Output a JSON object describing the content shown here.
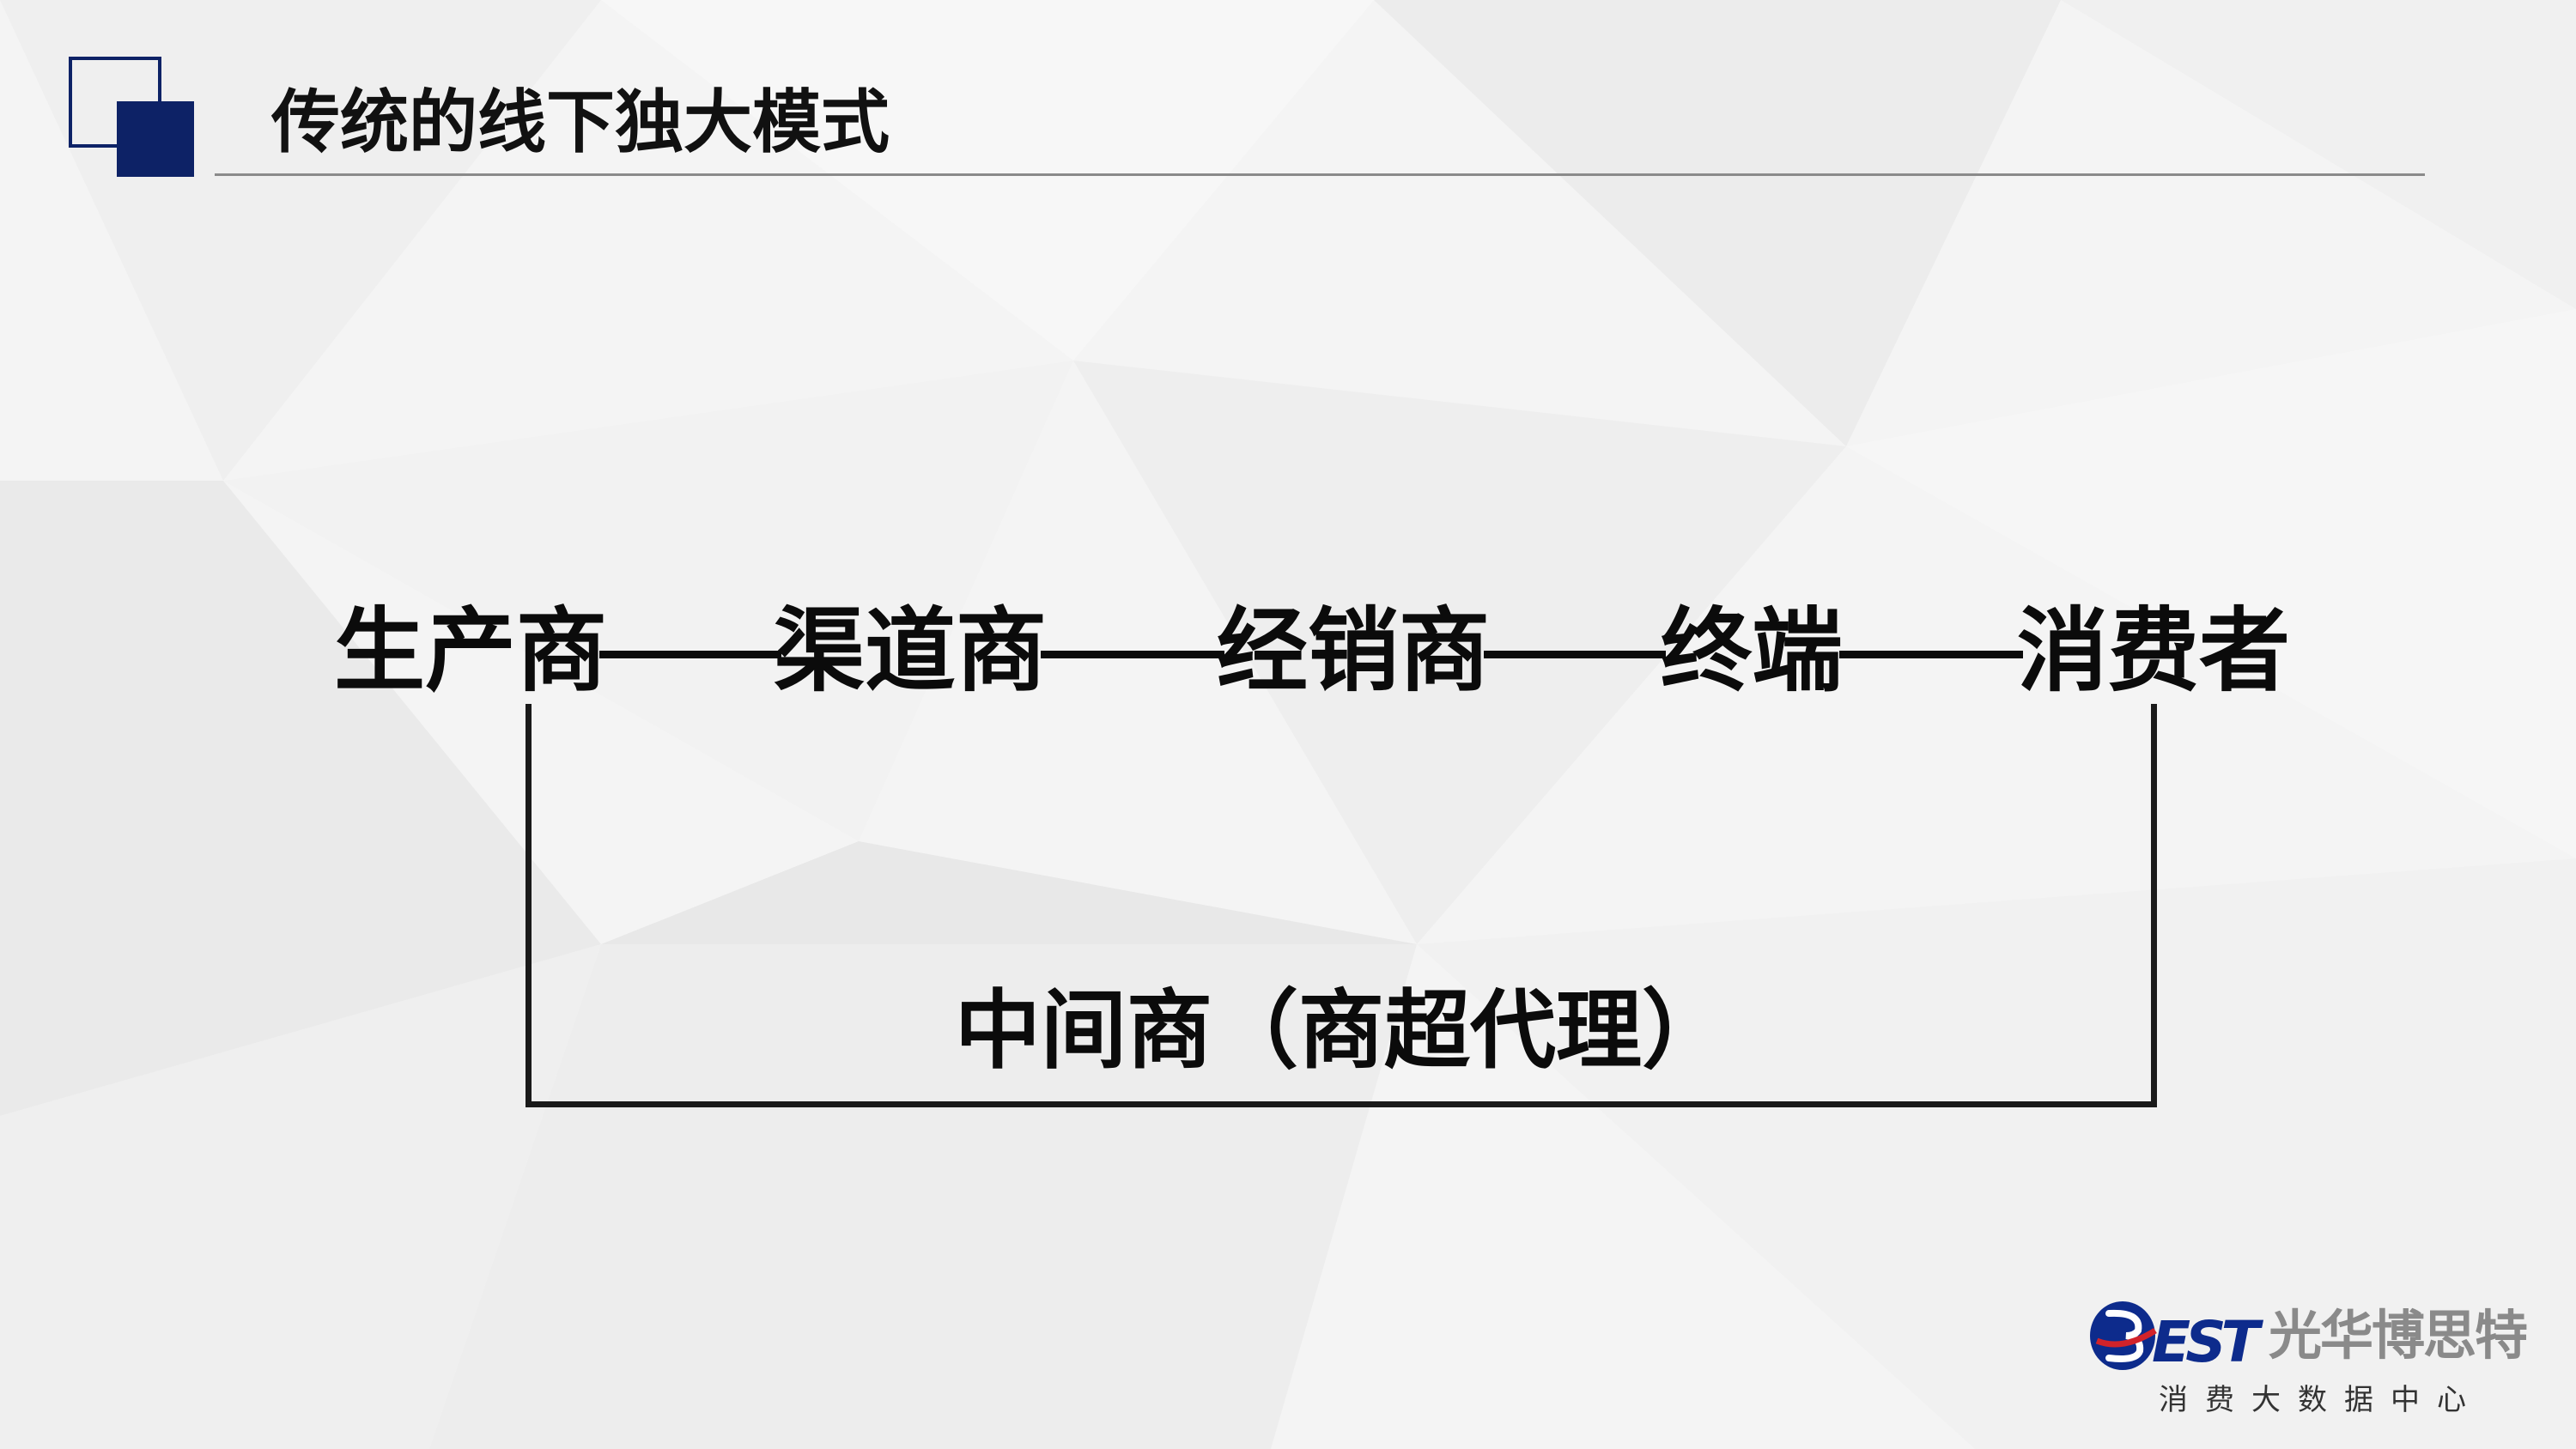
{
  "slide": {
    "title": "传统的线下独大模式"
  },
  "diagram": {
    "chain_nodes": [
      "生产商",
      "渠道商",
      "经销商",
      "终端",
      "消费者"
    ],
    "middle_label": "中间商（商超代理）"
  },
  "logo": {
    "mark_text": "BEST",
    "name": "光华博思特",
    "subtitle": "消费大数据中心"
  },
  "colors": {
    "accent": "#0d2266",
    "text": "#0b0b0b",
    "rule": "#8a8a8a",
    "logo_blue": "#0d2b8c",
    "logo_red": "#d2232a",
    "logo_gray": "#8a8a8a"
  }
}
